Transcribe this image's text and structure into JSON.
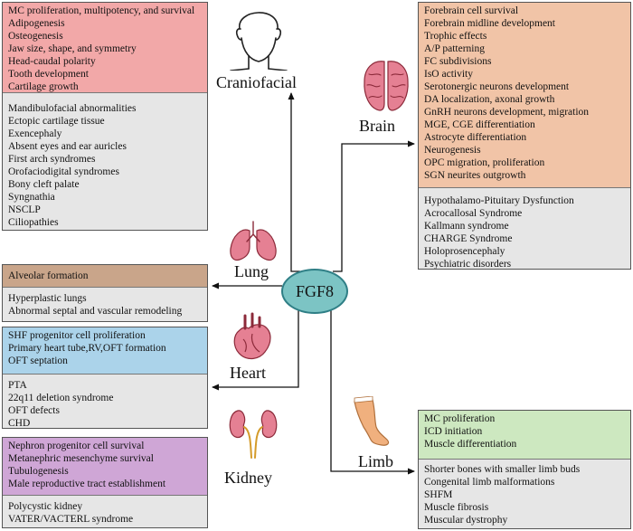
{
  "center": {
    "label": "FGF8"
  },
  "colors": {
    "craniofacial_top": "#f2a8a8",
    "brain_top": "#f1c4a7",
    "lung_top": "#c9a58a",
    "heart_top": "#abd3ea",
    "kidney_top": "#cfa6d6",
    "limb_top": "#cde8c0",
    "bottom": "#e6e6e6",
    "node_fill": "#7cc4c4"
  },
  "craniofacial": {
    "label": "Craniofacial",
    "icon": "head-outline-icon",
    "functions": [
      "MC proliferation, multipotency, and survival",
      "Adipogenesis",
      "Osteogenesis",
      "Jaw size, shape, and symmetry",
      "Head-caudal polarity",
      "Tooth development",
      "Cartilage growth"
    ],
    "disorders": [
      "Mandibulofacial abnormalities",
      "Ectopic cartilage tissue",
      "Exencephaly",
      "Absent eyes and ear auricles",
      "First arch syndromes",
      "Orofaciodigital syndromes",
      "Bony cleft palate",
      "Syngnathia",
      "NSCLP",
      "Ciliopathies"
    ]
  },
  "brain": {
    "label": "Brain",
    "icon": "brain-icon",
    "functions": [
      "Forebrain cell survival",
      "Forebrain midline development",
      "Trophic effects",
      "A/P patterning",
      "FC subdivisions",
      "IsO activity",
      "Serotonergic neurons development",
      "DA localization, axonal growth",
      "GnRH neurons development, migration",
      "MGE, CGE differentiation",
      "Astrocyte differentiation",
      "Neurogenesis",
      "OPC migration, proliferation",
      "SGN neurites outgrowth"
    ],
    "disorders": [
      "Hypothalamo-Pituitary Dysfunction",
      "Acrocallosal Syndrome",
      "Kallmann syndrome",
      "CHARGE Syndrome",
      "Holoprosencephaly",
      "Psychiatric disorders"
    ]
  },
  "lung": {
    "label": "Lung",
    "icon": "lungs-icon",
    "functions": [
      "Alveolar formation"
    ],
    "disorders": [
      "Hyperplastic lungs",
      "Abnormal septal and vascular remodeling"
    ]
  },
  "heart": {
    "label": "Heart",
    "icon": "heart-organ-icon",
    "functions": [
      "SHF progenitor cell proliferation",
      "Primary heart tube,RV,OFT formation",
      "OFT septation"
    ],
    "disorders": [
      "PTA",
      "22q11 deletion syndrome",
      "OFT defects",
      "CHD"
    ]
  },
  "kidney": {
    "label": "Kidney",
    "icon": "kidneys-icon",
    "functions": [
      "Nephron progenitor cell survival",
      "Metanephric mesenchyme survival",
      "Tubulogenesis",
      "Male reproductive tract establishment"
    ],
    "disorders": [
      "Polycystic kidney",
      "VATER/VACTERL syndrome"
    ]
  },
  "limb": {
    "label": "Limb",
    "icon": "leg-icon",
    "functions": [
      "MC proliferation",
      "ICD initiation",
      "Muscle differentiation"
    ],
    "disorders": [
      "Shorter bones with smaller limb buds",
      "Congenital limb malformations",
      "SHFM",
      "Muscle fibrosis",
      "Muscular dystrophy"
    ]
  }
}
